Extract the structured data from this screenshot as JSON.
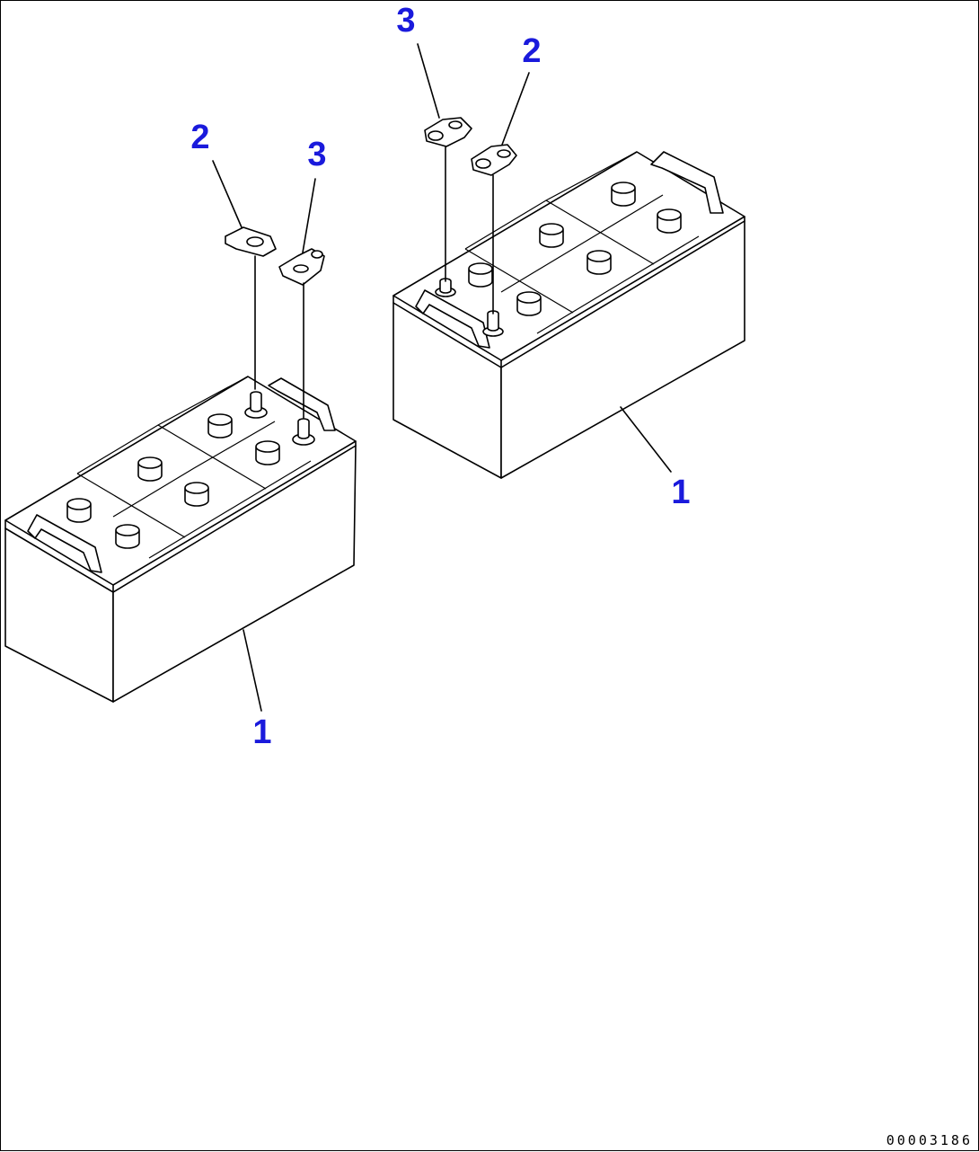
{
  "drawing_number": "00003186",
  "callouts": {
    "left_battery": "1",
    "right_battery": "1",
    "left_clamp_a": "2",
    "left_clamp_b": "3",
    "right_clamp_a": "3",
    "right_clamp_b": "2"
  },
  "colors": {
    "callout": "#1a1adc",
    "line": "#000000",
    "background": "#ffffff"
  }
}
